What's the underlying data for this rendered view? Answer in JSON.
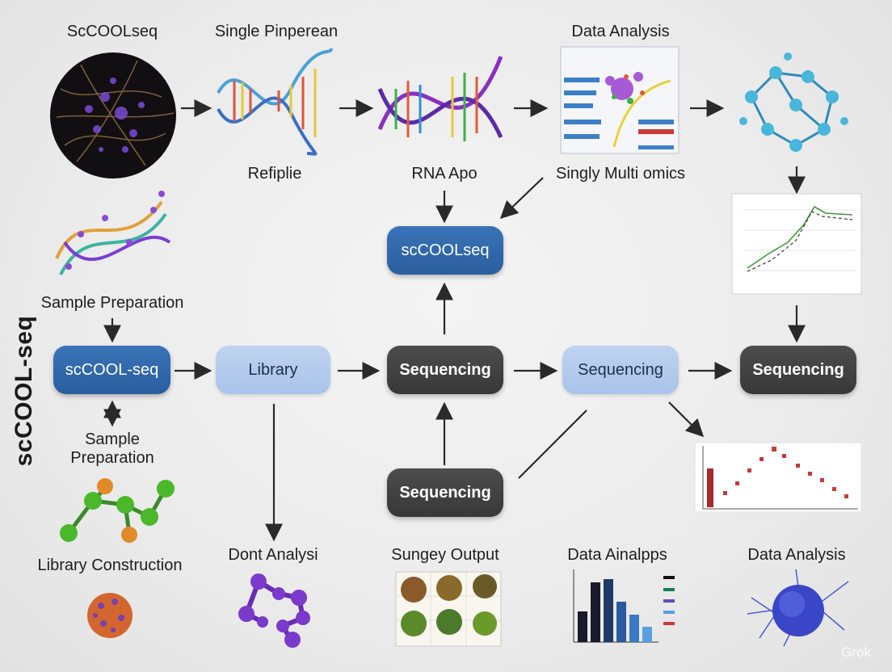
{
  "side_title": "scCOOL-seq",
  "labels": {
    "top_1": "ScCOOLseq",
    "top_2": "Single Pinperean",
    "top_3": "Data Analysis",
    "mid_1": "Refiplie",
    "mid_2": "RNA Apo",
    "mid_3": "Singly Multi omics",
    "sample_prep_1": "Sample Preparation",
    "sample_prep_2": "Sample\nPreparation",
    "library_construction": "Library Construction",
    "bottom_1": "Dont Analysi",
    "bottom_2": "Sungey Output",
    "bottom_3": "Data Ainalpps",
    "bottom_4": "Data Analysis"
  },
  "nodes": {
    "sccool_center": "scCOOLseq",
    "sccool_left": "scCOOL-seq",
    "library": "Library",
    "sequencing_1": "Sequencing",
    "sequencing_2": "Sequencing",
    "sequencing_3": "Sequencing",
    "sequencing_4": "Sequencing"
  },
  "colors": {
    "blue_node": "#2f67aa",
    "light_node": "#b4cbec",
    "dark_node": "#424242",
    "arrow": "#2a2a2a"
  },
  "watermark": "Grok"
}
